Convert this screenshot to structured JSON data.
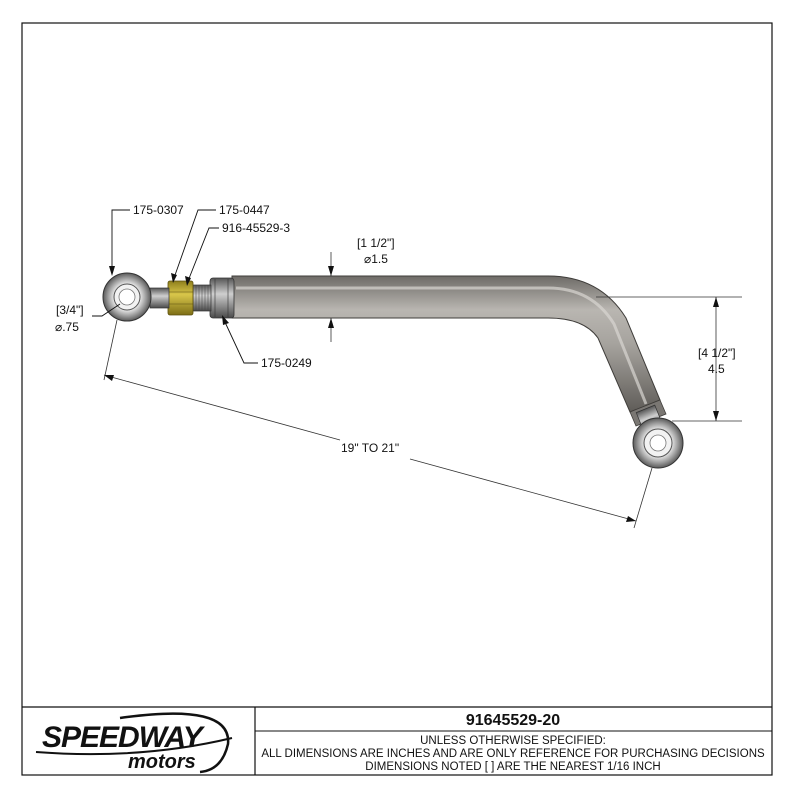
{
  "drawing": {
    "part_callouts": {
      "rod_end_left": "175-0307",
      "jam_nut": "175-0447",
      "adjuster": "916-45529-3",
      "tube_adapter": "175-0249"
    },
    "dimensions": {
      "tube_diameter_fraction": "[1 1/2\"]",
      "tube_diameter_decimal": "⌀1.5",
      "eye_diameter_fraction": "[3/4\"]",
      "eye_diameter_decimal": "⌀.75",
      "drop_fraction": "[4 1/2\"]",
      "drop_decimal": "4.5",
      "overall_length": "19\" TO 21\""
    },
    "colors": {
      "tube": "#a09d98",
      "nut": "#c9b63a",
      "border": "#111111"
    }
  },
  "title_block": {
    "logo_text": "SPEEDWAY motors",
    "part_number": "91645529-20",
    "note_line_1": "UNLESS OTHERWISE SPECIFIED:",
    "note_line_2": "ALL DIMENSIONS ARE INCHES AND ARE ONLY REFERENCE FOR PURCHASING DECISIONS",
    "note_line_3": "DIMENSIONS NOTED [ ] ARE THE NEAREST 1/16 INCH"
  }
}
